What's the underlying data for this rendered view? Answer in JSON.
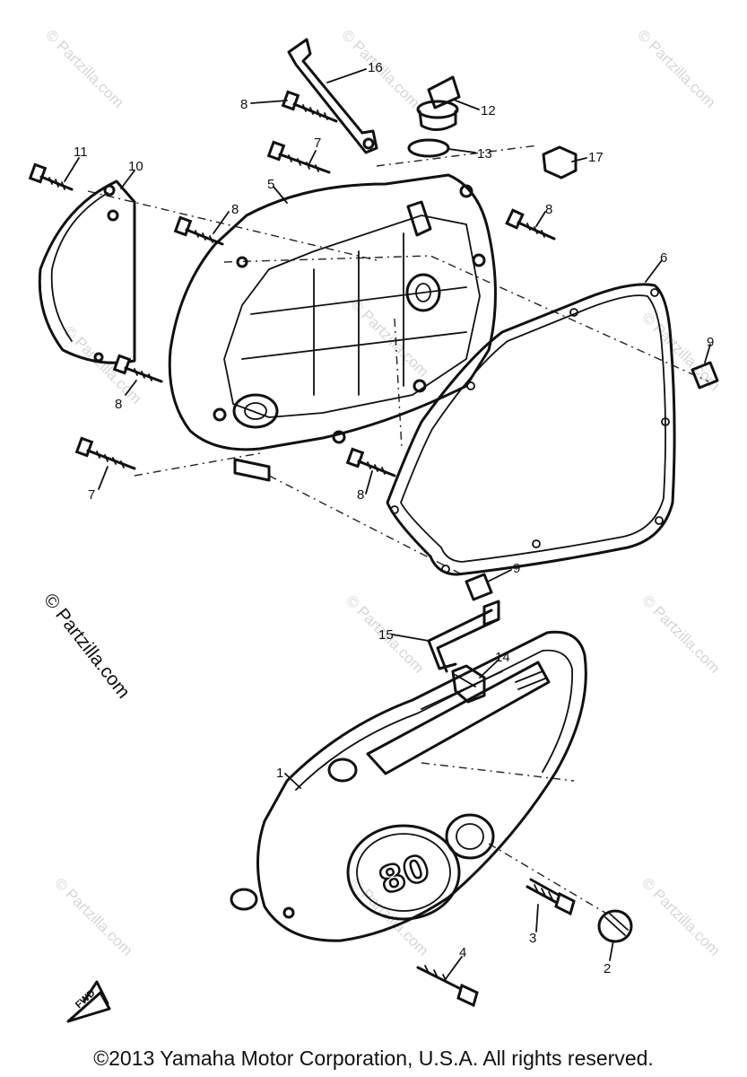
{
  "callouts": [
    {
      "id": "c16",
      "label": "16"
    },
    {
      "id": "c8a",
      "label": "8"
    },
    {
      "id": "c12",
      "label": "12"
    },
    {
      "id": "c7a",
      "label": "7"
    },
    {
      "id": "c13",
      "label": "13"
    },
    {
      "id": "c17",
      "label": "17"
    },
    {
      "id": "c11",
      "label": "11"
    },
    {
      "id": "c10",
      "label": "10"
    },
    {
      "id": "c5",
      "label": "5"
    },
    {
      "id": "c8b",
      "label": "8"
    },
    {
      "id": "c8c",
      "label": "8"
    },
    {
      "id": "c6",
      "label": "6"
    },
    {
      "id": "c9a",
      "label": "9"
    },
    {
      "id": "c8d",
      "label": "8"
    },
    {
      "id": "c7b",
      "label": "7"
    },
    {
      "id": "c8e",
      "label": "8"
    },
    {
      "id": "c9b",
      "label": "9"
    },
    {
      "id": "c15",
      "label": "15"
    },
    {
      "id": "c14",
      "label": "14"
    },
    {
      "id": "c1",
      "label": "1"
    },
    {
      "id": "c3",
      "label": "3"
    },
    {
      "id": "c2",
      "label": "2"
    },
    {
      "id": "c4",
      "label": "4"
    }
  ],
  "cover_badge": "80",
  "fwd_marker": "FWD",
  "watermark": {
    "text": "© Partzilla.com",
    "side_text": "© Partzilla.com"
  },
  "footer": {
    "copyright": "©2013 Yamaha Motor Corporation, U.S.A. All rights reserved."
  },
  "colors": {
    "line": "#111111",
    "watermark": "#d6d6d6",
    "background": "#ffffff"
  }
}
